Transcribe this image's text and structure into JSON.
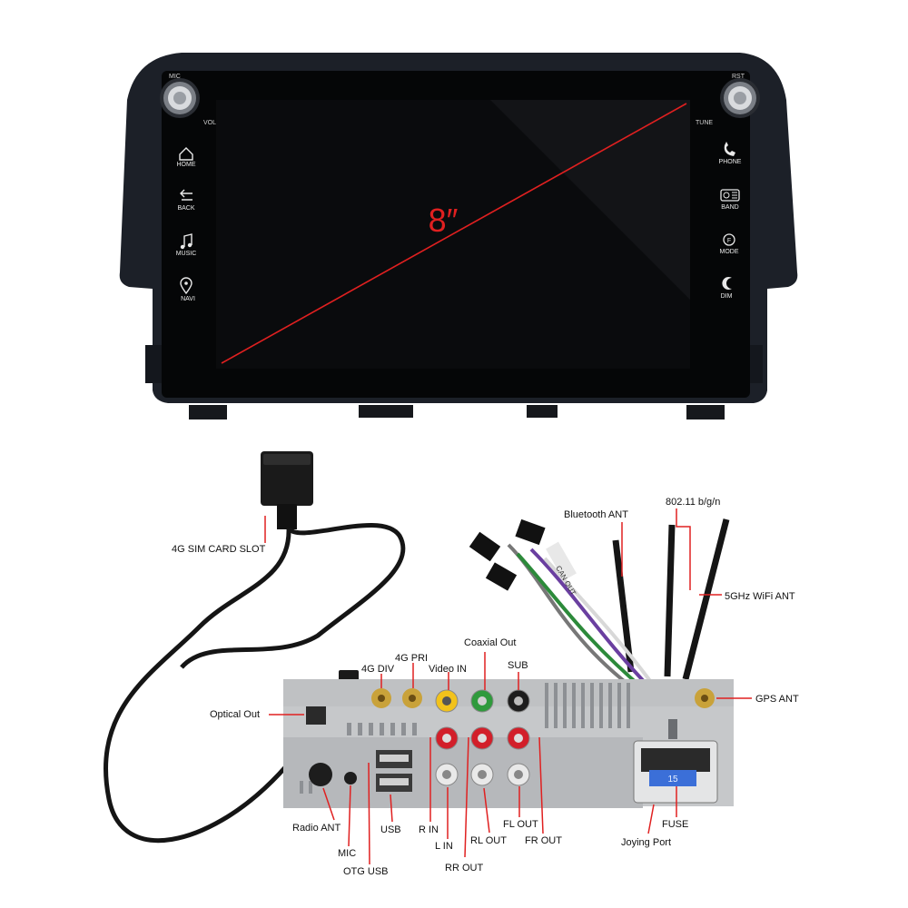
{
  "head_unit": {
    "screen_size": "8″",
    "knob_left": {
      "top": "MIC",
      "side": "VOL"
    },
    "knob_right": {
      "top": "RST",
      "side": "TUNE"
    },
    "left_buttons": [
      {
        "label": "HOME",
        "icon": "home-icon"
      },
      {
        "label": "BACK",
        "icon": "back-arrow-icon"
      },
      {
        "label": "MUSIC",
        "icon": "music-note-icon"
      },
      {
        "label": "NAVI",
        "icon": "map-pin-icon"
      }
    ],
    "right_buttons": [
      {
        "label": "PHONE",
        "icon": "phone-icon"
      },
      {
        "label": "BAND",
        "icon": "radio-icon"
      },
      {
        "label": "MODE",
        "icon": "mode-icon"
      },
      {
        "label": "DIM",
        "icon": "dim-icon"
      }
    ]
  },
  "connectors": {
    "sim_slot": "4G SIM CARD SLOT",
    "bluetooth_ant": "Bluetooth ANT",
    "wifi_24": "802.11 b/g/n",
    "wifi_5": "5GHz WiFi ANT",
    "can_label": "CAN OUT",
    "optical_out": "Optical Out",
    "div_4g": "4G DIV",
    "pri_4g": "4G PRI",
    "video_in": "Video IN",
    "coaxial_out": "Coaxial Out",
    "sub": "SUB",
    "gps_ant": "GPS ANT",
    "radio_ant": "Radio ANT",
    "mic": "MIC",
    "otg_usb": "OTG USB",
    "usb": "USB",
    "r_in": "R IN",
    "l_in": "L IN",
    "rl_out": "RL OUT",
    "rr_out": "RR OUT",
    "fl_out": "FL OUT",
    "fr_out": "FR OUT",
    "joying_port": "Joying Port",
    "fuse": "FUSE",
    "fuse_value": "15"
  },
  "colors": {
    "accent_red": "#e02020",
    "unit_body": "#1c2028",
    "rca_yellow": "#f2c21b",
    "rca_green": "#2f9a3c",
    "rca_red": "#d21f2a",
    "rca_white": "#e9e9e9",
    "fuse_blue": "#3b6fd8"
  }
}
